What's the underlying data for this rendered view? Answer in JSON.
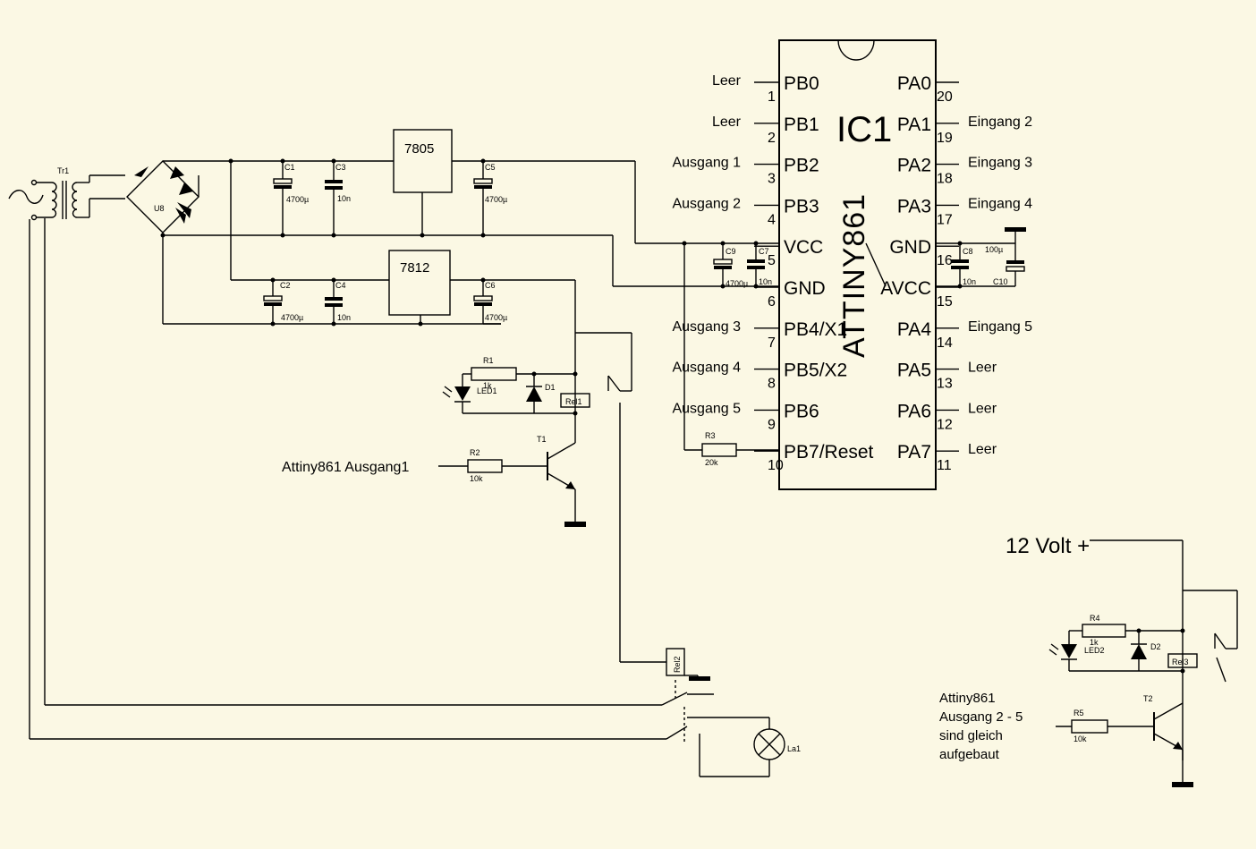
{
  "ic": {
    "ref": "IC1",
    "part": "ATTINY861",
    "left_pins": [
      {
        "num": "1",
        "name": "PB0",
        "label": "Leer"
      },
      {
        "num": "2",
        "name": "PB1",
        "label": "Leer"
      },
      {
        "num": "3",
        "name": "PB2",
        "label": "Ausgang 1"
      },
      {
        "num": "4",
        "name": "PB3",
        "label": "Ausgang 2"
      },
      {
        "num": "5",
        "name": "VCC",
        "label": ""
      },
      {
        "num": "6",
        "name": "GND",
        "label": ""
      },
      {
        "num": "7",
        "name": "PB4/X1",
        "label": "Ausgang 3"
      },
      {
        "num": "8",
        "name": "PB5/X2",
        "label": "Ausgang 4"
      },
      {
        "num": "9",
        "name": "PB6",
        "label": "Ausgang 5"
      },
      {
        "num": "10",
        "name": "PB7/Reset",
        "label": ""
      }
    ],
    "right_pins": [
      {
        "num": "20",
        "name": "PA0",
        "label": ""
      },
      {
        "num": "19",
        "name": "PA1",
        "label": "Eingang 2"
      },
      {
        "num": "18",
        "name": "PA2",
        "label": "Eingang 3"
      },
      {
        "num": "17",
        "name": "PA3",
        "label": "Eingang 4"
      },
      {
        "num": "16",
        "name": "GND",
        "label": ""
      },
      {
        "num": "15",
        "name": "AVCC",
        "label": ""
      },
      {
        "num": "14",
        "name": "PA4",
        "label": "Eingang 5"
      },
      {
        "num": "13",
        "name": "PA5",
        "label": "Leer"
      },
      {
        "num": "12",
        "name": "PA6",
        "label": "Leer"
      },
      {
        "num": "11",
        "name": "PA7",
        "label": "Leer"
      }
    ]
  },
  "power": {
    "transformer": "Tr1",
    "rectifier": "U8",
    "reg_5v": "7805",
    "reg_12v": "7812",
    "caps": {
      "c1": {
        "ref": "C1",
        "value": "4700µ"
      },
      "c2": {
        "ref": "C2",
        "value": "4700µ"
      },
      "c3": {
        "ref": "C3",
        "value": "10n"
      },
      "c4": {
        "ref": "C4",
        "value": "10n"
      },
      "c5": {
        "ref": "C5",
        "value": "4700µ"
      },
      "c6": {
        "ref": "C6",
        "value": "4700µ"
      },
      "c7": {
        "ref": "C7",
        "value": "10n"
      },
      "c8": {
        "ref": "C8",
        "value": "10n"
      },
      "c9": {
        "ref": "C9",
        "value": "4700µ"
      },
      "c10": {
        "ref": "C10",
        "value": "100µ"
      }
    }
  },
  "driver1": {
    "input_label": "Attiny861 Ausgang1",
    "r1": {
      "ref": "R1",
      "value": "1k"
    },
    "r2": {
      "ref": "R2",
      "value": "10k"
    },
    "r3": {
      "ref": "R3",
      "value": "20k"
    },
    "led": "LED1",
    "diode": "D1",
    "relay": "Rel1",
    "transistor": "T1",
    "relay2": "Rel2",
    "lamp": "La1"
  },
  "driver2": {
    "supply_label": "12 Volt +",
    "note_lines": [
      "Attiny861",
      "Ausgang 2 - 5",
      "sind gleich",
      "aufgebaut"
    ],
    "r4": {
      "ref": "R4",
      "value": "1k"
    },
    "r5": {
      "ref": "R5",
      "value": "10k"
    },
    "led": "LED2",
    "diode": "D2",
    "relay": "Rel3",
    "transistor": "T2"
  },
  "colors": {
    "background": "#fbf8e4",
    "ink": "#000000"
  }
}
